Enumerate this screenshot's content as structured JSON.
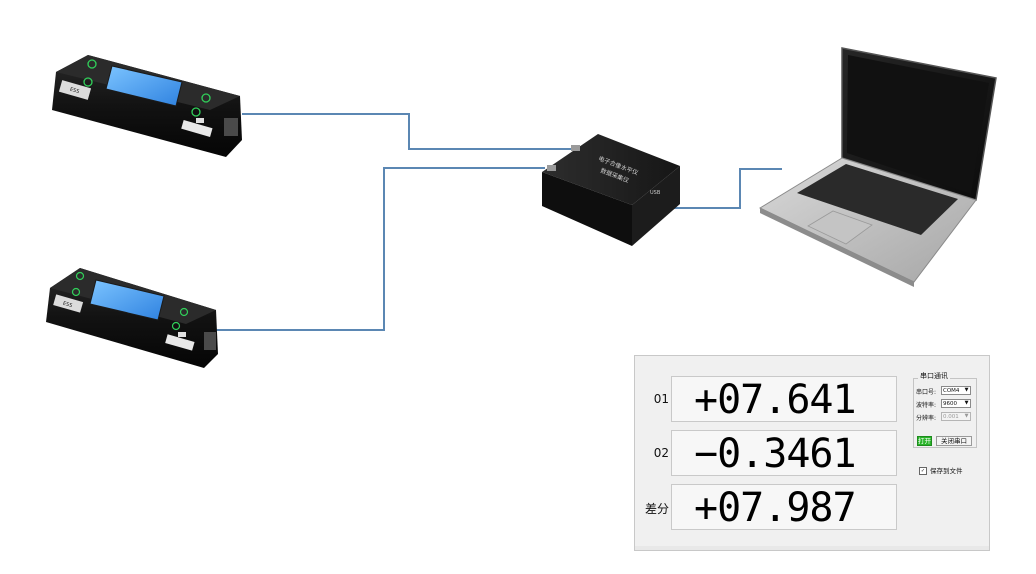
{
  "device1": {
    "brand": "ESS",
    "icon": "inclinometer-device"
  },
  "device2": {
    "brand": "ESS",
    "icon": "inclinometer-device"
  },
  "collector": {
    "title": "电子合像水平仪",
    "subtitle": "数据采集仪",
    "port": "USB",
    "icon": "data-collector-box"
  },
  "laptop": {
    "icon": "laptop"
  },
  "colors": {
    "cable": "#5b87b3",
    "device_body": "#141414",
    "lcd": "#4aa3f0",
    "led": "#31d05a",
    "open_button": "#29b529"
  },
  "software": {
    "rows": [
      {
        "label": "01",
        "value": "+07.641"
      },
      {
        "label": "02",
        "value": "−0.3461"
      },
      {
        "label": "差分",
        "value": "+07.987"
      }
    ],
    "serial": {
      "title": "串口通讯",
      "port_label": "串口号:",
      "port_value": "COM4",
      "baud_label": "波特率:",
      "baud_value": "9600",
      "resolution_label": "分辨率:",
      "resolution_value": "0.001",
      "open_label": "打开",
      "close_label": "关闭串口"
    },
    "save_to_file_label": "保存到文件",
    "save_to_file_checked": true
  }
}
